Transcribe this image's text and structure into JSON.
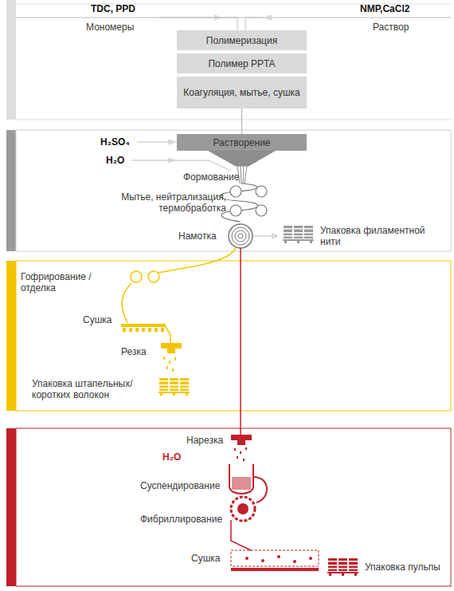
{
  "diagram": {
    "nodes": [
      {
        "text": [
          "Полимеризация"
        ]
      },
      {
        "text": [
          "Полимер PPTA"
        ]
      },
      {
        "text": [
          "Коагуляция, мытье, сушка"
        ]
      },
      {
        "text": [
          "Растворение"
        ]
      }
    ],
    "edges": [
      {
        "from": 2,
        "to": 3,
        "arrow": "none"
      }
    ],
    "labels": [
      "TDC, PPD",
      "Мономеры",
      "NMP,CaCl2",
      "Раствор",
      "H₂SO₄",
      "H₂O",
      "Формование",
      "Мытье, нейтрализация, термобработка",
      "Намотка",
      "Упаковка филаментной нити",
      "Гофрирование / отделка",
      "Сушка",
      "Резка",
      "Упаковка штапельных/ коротких волокон",
      "Нарезка",
      "H₂O",
      "Суспендирование",
      "Фибриллирование",
      "Сушка",
      "Упаковка пульпы"
    ]
  }
}
